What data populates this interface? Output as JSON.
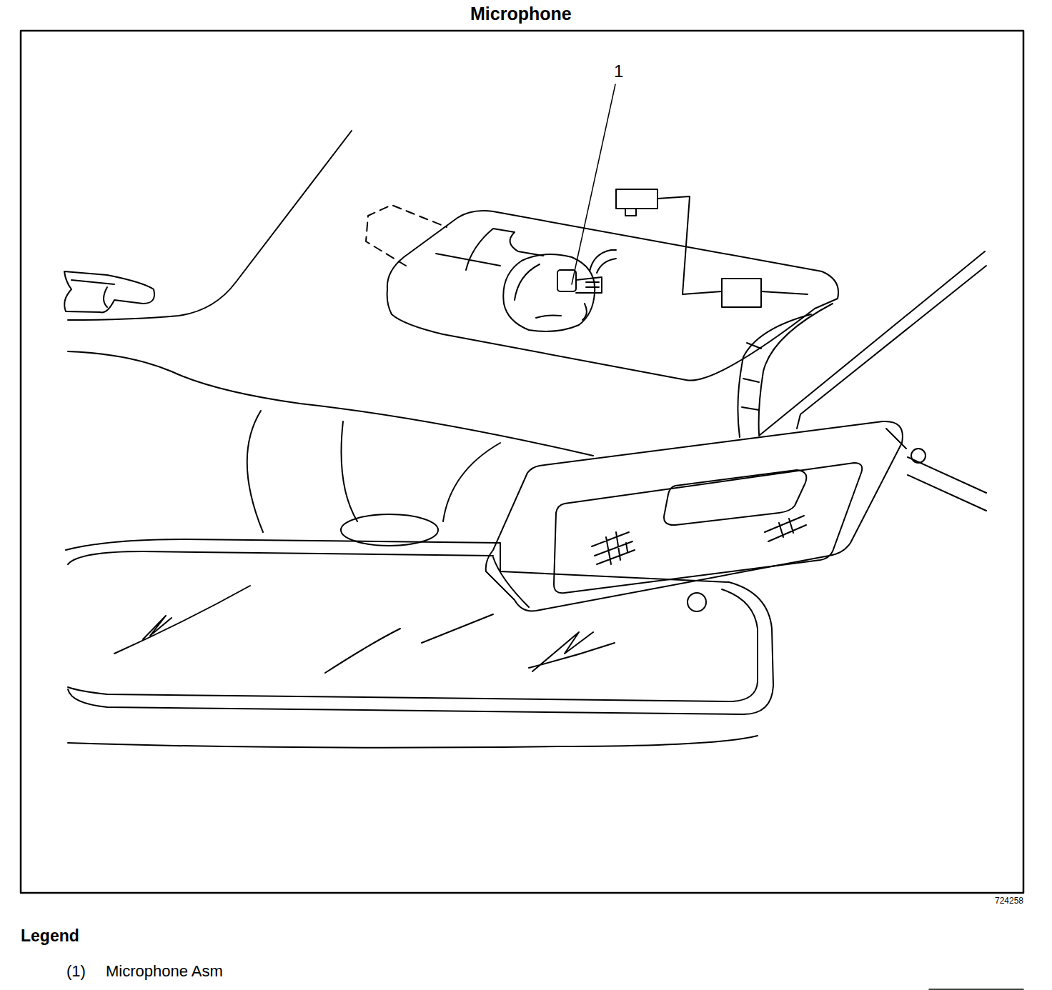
{
  "diagram": {
    "title": "Microphone",
    "labels": [
      "1",
      "724258",
      "Legend",
      "(1)"
    ],
    "legend": [
      {
        "text": "Microphone Asm"
      }
    ]
  }
}
